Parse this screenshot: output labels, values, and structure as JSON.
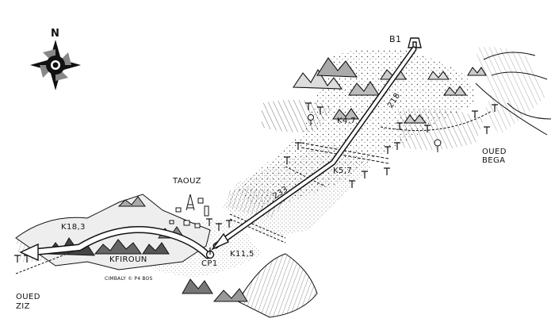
{
  "map": {
    "compass": {
      "north": "N",
      "icon": "compass-rose-icon"
    },
    "places": {
      "start": "B1",
      "taouz": "TAOUZ",
      "kfiroun": "KFIROUN",
      "oued_bega_1": "OUED",
      "oued_bega_2": "BEGA",
      "oued_ziz_1": "OUED",
      "oued_ziz_2": "ZIZ"
    },
    "waypoints": {
      "k47": "K4,7",
      "k57": "K5,7",
      "k115": "K11,5",
      "k183": "K18,3",
      "cp1": "CP1"
    },
    "headings": {
      "upper": "218",
      "middle": "233"
    },
    "credit": "CIMBALY © P4 BOS",
    "colors": {
      "ink": "#111111",
      "paper": "#ffffff"
    }
  }
}
